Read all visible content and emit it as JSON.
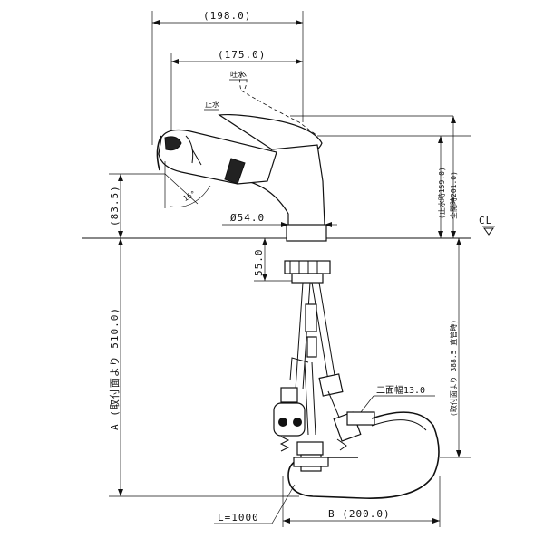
{
  "dimensions": {
    "overall_width": "(198.0)",
    "spout_reach": "(175.0)",
    "spout_height": "(83.5)",
    "spout_angle": "16°",
    "body_diameter": "Ø54.0",
    "base_height": "55.0",
    "height_closed": "(止水時159.0)",
    "height_full_open": "全開時201.0)",
    "mount_to_end": "(取付面より 388.5 直管時)",
    "under_mount": "A (取付面より 510.0)",
    "hex_width": "二面幅13.0",
    "hose_length": "L=1000",
    "hose_reach": "B (200.0)"
  },
  "labels": {
    "discharge": "吐水",
    "stop": "止水",
    "centerline": "CL"
  }
}
